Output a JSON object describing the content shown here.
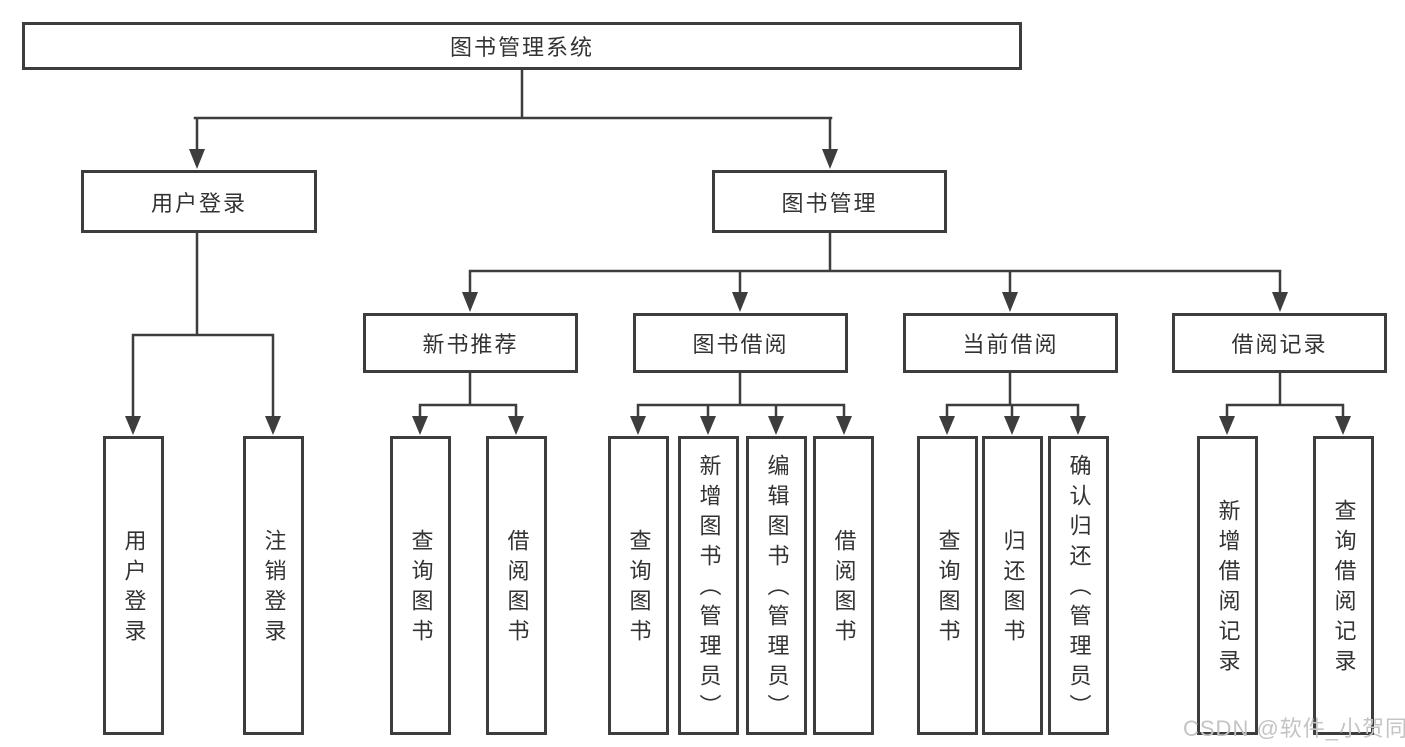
{
  "tree": {
    "label": "图书管理系统",
    "children": [
      {
        "label": "用户登录",
        "children": [
          {
            "label": "用户登录"
          },
          {
            "label": "注销登录"
          }
        ]
      },
      {
        "label": "图书管理",
        "children": [
          {
            "label": "新书推荐",
            "children": [
              {
                "label": "查询图书"
              },
              {
                "label": "借阅图书"
              }
            ]
          },
          {
            "label": "图书借阅",
            "children": [
              {
                "label": "查询图书"
              },
              {
                "label": "新增图书（管理员）"
              },
              {
                "label": "编辑图书（管理员）"
              },
              {
                "label": "借阅图书"
              }
            ]
          },
          {
            "label": "当前借阅",
            "children": [
              {
                "label": "查询图书"
              },
              {
                "label": "归还图书"
              },
              {
                "label": "确认归还（管理员）"
              }
            ]
          },
          {
            "label": "借阅记录",
            "children": [
              {
                "label": "新增借阅记录"
              },
              {
                "label": "查询借阅记录"
              }
            ]
          }
        ]
      }
    ]
  },
  "watermark": {
    "text": "CSDN @软件_小贺同学"
  },
  "colors": {
    "line": "#3d3d3d",
    "text": "#333333",
    "watermark": "#c4c4c4",
    "background": "#ffffff"
  }
}
